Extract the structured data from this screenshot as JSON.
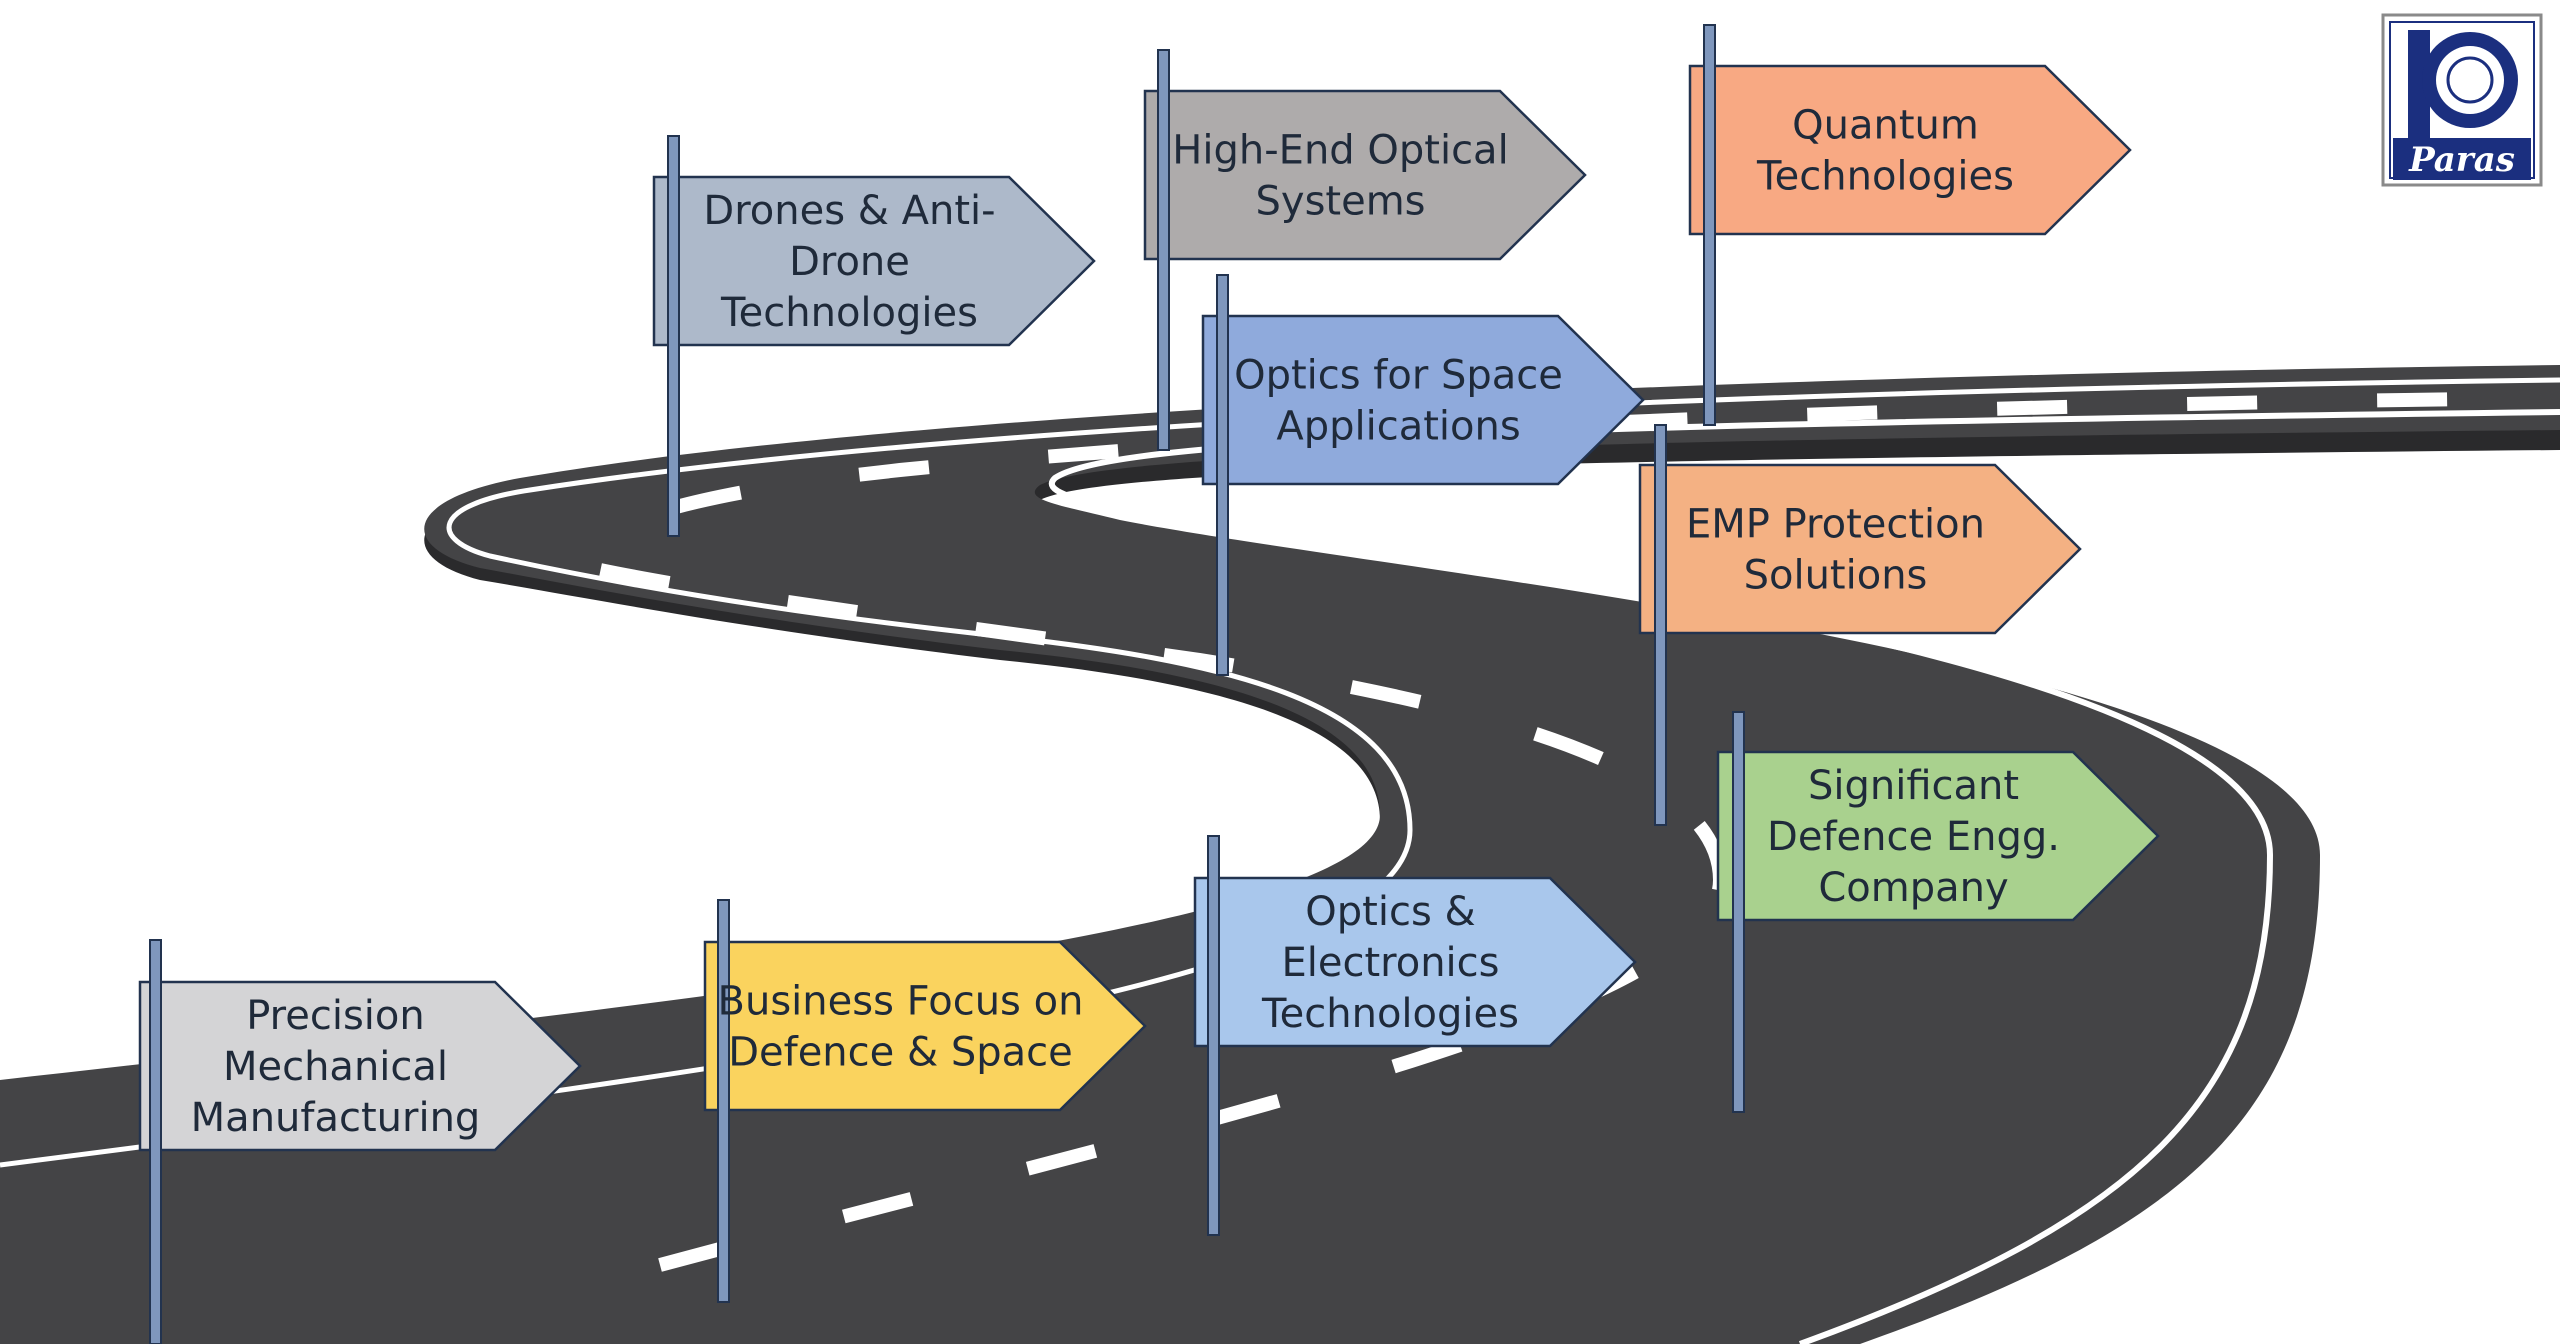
{
  "logo": {
    "name": "Paras",
    "colors": {
      "primary": "#1b2f7f",
      "background": "#ffffff"
    }
  },
  "road": {
    "colors": {
      "asphalt": "#444446",
      "asphalt_dark": "#2a2a2c",
      "lane": "#ffffff"
    }
  },
  "signs": [
    {
      "id": "precision",
      "lines": [
        "Precision",
        "Mechanical",
        "Manufacturing"
      ],
      "color": "#d4d4d6"
    },
    {
      "id": "business-focus",
      "lines": [
        "Business Focus on",
        "Defence & Space"
      ],
      "color": "#fad35e"
    },
    {
      "id": "optics-electronics",
      "lines": [
        "Optics &",
        "Electronics",
        "Technologies"
      ],
      "color": "#a9c7ec"
    },
    {
      "id": "significant-defence",
      "lines": [
        "Significant",
        "Defence Engg.",
        "Company"
      ],
      "color": "#a9d18e"
    },
    {
      "id": "emp-protection",
      "lines": [
        "EMP Protection",
        "Solutions"
      ],
      "color": "#f4b183"
    },
    {
      "id": "optics-space",
      "lines": [
        "Optics for Space",
        "Applications"
      ],
      "color": "#8faadc"
    },
    {
      "id": "drones",
      "lines": [
        "Drones & Anti-",
        "Drone",
        "Technologies"
      ],
      "color": "#adb9ca"
    },
    {
      "id": "high-end-optical",
      "lines": [
        "High-End Optical",
        "Systems"
      ],
      "color": "#aeabab"
    },
    {
      "id": "quantum",
      "lines": [
        "Quantum",
        "Technologies"
      ],
      "color": "#f8a983"
    }
  ]
}
